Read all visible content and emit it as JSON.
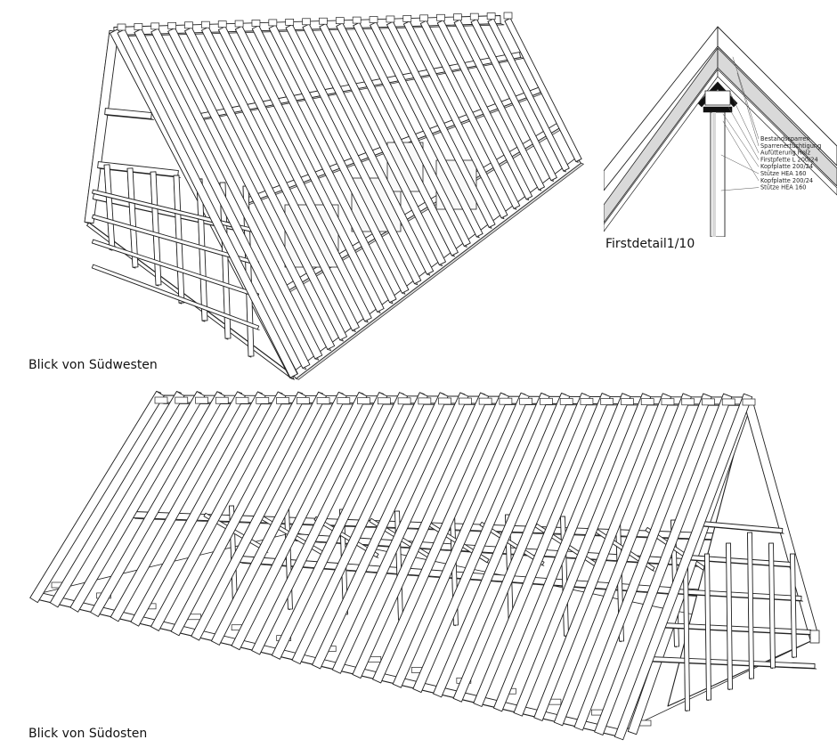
{
  "views": {
    "southwest": {
      "caption": "Blick von Südwesten"
    },
    "southeast": {
      "caption": "Blick von Südosten"
    }
  },
  "detail": {
    "title": "Firstdetail1/10",
    "labels": [
      "Bestandssparren",
      "Sparrenertüchtigung",
      "Aufütterung Holz",
      "Firstpfette L 200/24",
      "Kopfplatte 200/24",
      "Stütze HEA 160",
      "Kopfplatte 200/24",
      "Stütze HEA 160"
    ]
  },
  "colors": {
    "line": "#222222",
    "face": "#ffffff",
    "shade": "#d9d9d9",
    "steel": "#111111"
  }
}
